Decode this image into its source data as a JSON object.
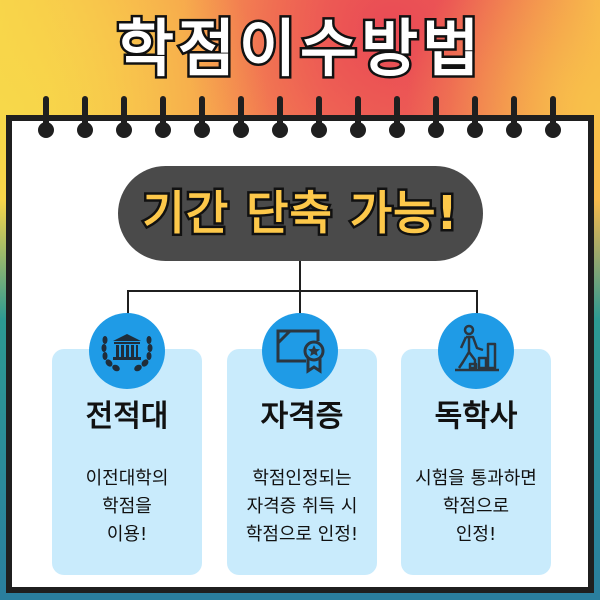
{
  "title": "학점이수방법",
  "headline": "기간 단축 가능!",
  "colors": {
    "pill_bg": "#4a4a4a",
    "pill_text": "#fdc84a",
    "card_bg": "#c9ebfc",
    "icon_circle": "#1f9be6",
    "frame": "#1f1f1f"
  },
  "binder_rings": 14,
  "cards": [
    {
      "icon": "university-laurel-icon",
      "heading": "전적대",
      "lines": [
        "이전대학의",
        "학점을",
        "이용!"
      ]
    },
    {
      "icon": "certificate-icon",
      "heading": "자격증",
      "lines": [
        "학점인정되는",
        "자격증 취득 시",
        "학점으로 인정!"
      ]
    },
    {
      "icon": "person-climbing-steps-icon",
      "heading": "독학사",
      "lines": [
        "시험을 통과하면",
        "학점으로",
        "인정!"
      ]
    }
  ]
}
